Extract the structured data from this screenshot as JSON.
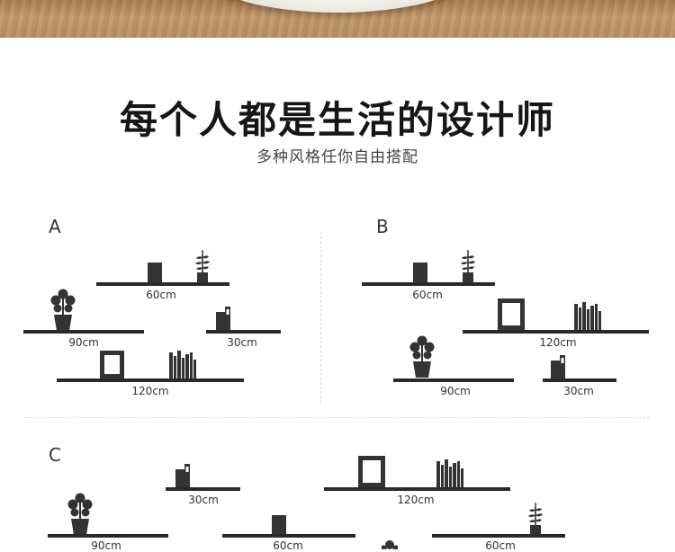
{
  "title": "每个人都是生活的设计师",
  "subtitle": "多种风格任你自由搭配",
  "groups": [
    {
      "label": "A",
      "sizes": [
        "60cm",
        "90cm",
        "30cm",
        "120cm"
      ]
    },
    {
      "label": "B",
      "sizes": [
        "60cm",
        "120cm",
        "90cm",
        "30cm"
      ]
    },
    {
      "label": "C",
      "sizes": [
        "30cm",
        "120cm",
        "90cm",
        "60cm",
        "60cm"
      ]
    }
  ],
  "icons": [
    "potted-plant-icon",
    "cactus-icon",
    "book-block-icon",
    "book-pair-icon",
    "photo-frame-icon",
    "books-row-icon"
  ],
  "colors": {
    "shelf": "#2a2a2a",
    "wood": "#b98f61"
  }
}
